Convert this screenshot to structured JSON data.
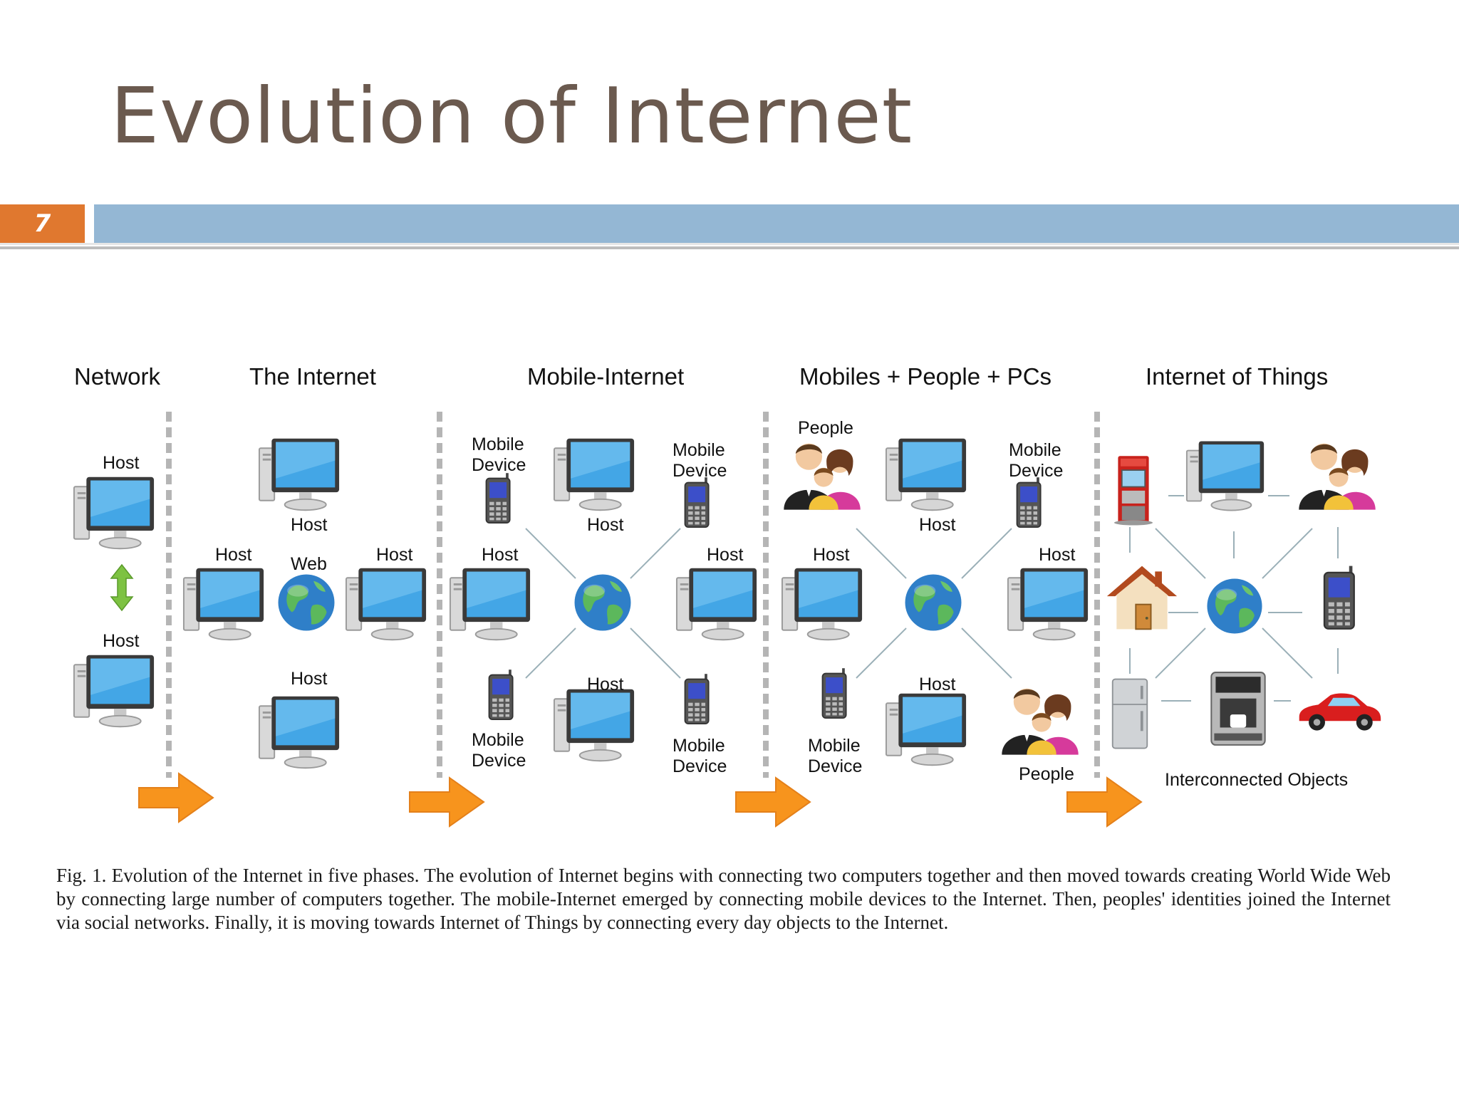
{
  "slide": {
    "title": "Evolution of Internet",
    "number": "7"
  },
  "phases": [
    {
      "title": "Network"
    },
    {
      "title": "The Internet"
    },
    {
      "title": "Mobile-Internet"
    },
    {
      "title": "Mobiles + People + PCs"
    },
    {
      "title": "Internet of Things"
    }
  ],
  "labels": {
    "host": "Host",
    "web": "Web",
    "mobile": "Mobile",
    "device": "Device",
    "people": "People",
    "interconnected": "Interconnected Objects"
  },
  "caption": "Fig. 1.  Evolution of the Internet in five phases. The evolution of Internet begins with connecting two computers together and then moved towards creating World Wide Web by connecting large number of computers together. The mobile-Internet emerged by connecting mobile devices to the Internet. Then, peoples' identities joined the Internet via social networks. Finally, it is moving towards Internet of Things by connecting every day objects to the Internet.",
  "colors": {
    "accent": "#e0782f",
    "bar": "#94b7d4",
    "title": "#6b5a4f",
    "arrow": "#f7941d"
  }
}
